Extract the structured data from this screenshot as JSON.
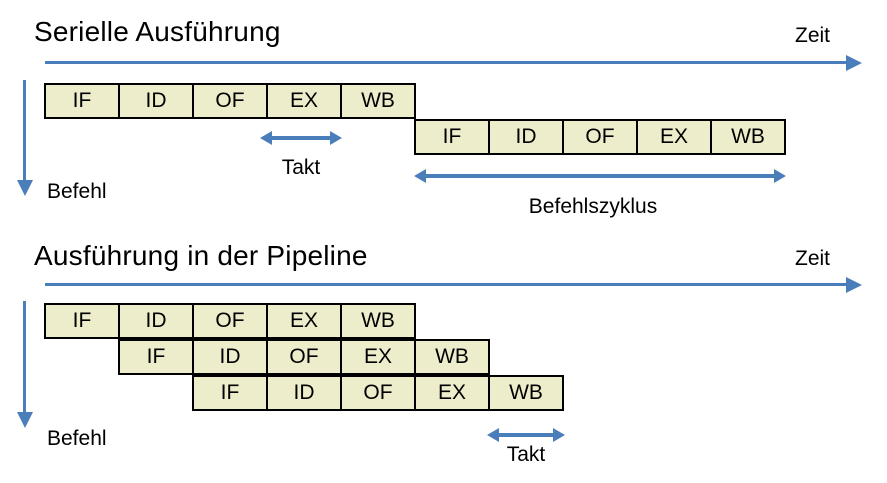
{
  "colors": {
    "arrow": "#4a7ebb",
    "box_fill": "#ededcb",
    "box_border": "#000000"
  },
  "sections": [
    {
      "title": "Serielle Ausführung",
      "time_label": "Zeit",
      "instruction_label": "Befehl",
      "clock_label": "Takt",
      "cycle_label": "Befehlszyklus",
      "rows": [
        {
          "stages": [
            "IF",
            "ID",
            "OF",
            "EX",
            "WB"
          ]
        },
        {
          "stages": [
            "IF",
            "ID",
            "OF",
            "EX",
            "WB"
          ]
        }
      ]
    },
    {
      "title": "Ausführung in der Pipeline",
      "time_label": "Zeit",
      "instruction_label": "Befehl",
      "clock_label": "Takt",
      "rows": [
        {
          "stages": [
            "IF",
            "ID",
            "OF",
            "EX",
            "WB"
          ]
        },
        {
          "stages": [
            "IF",
            "ID",
            "OF",
            "EX",
            "WB"
          ]
        },
        {
          "stages": [
            "IF",
            "ID",
            "OF",
            "EX",
            "WB"
          ]
        }
      ]
    }
  ]
}
